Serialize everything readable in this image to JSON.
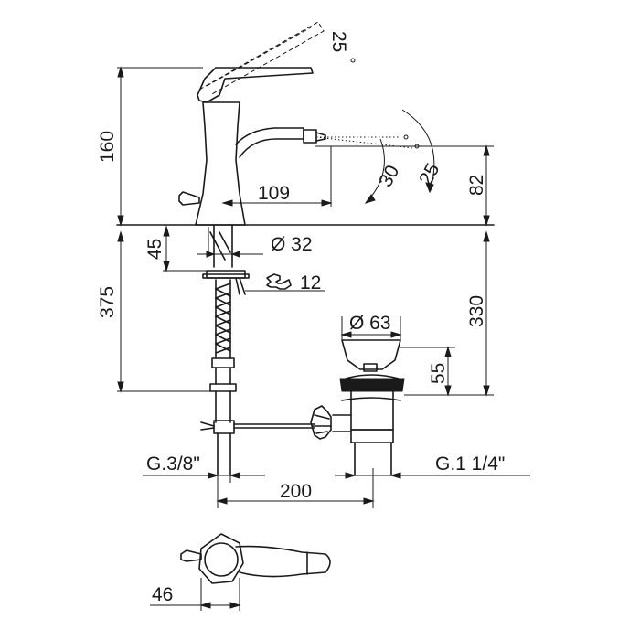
{
  "dimensions": {
    "lever_angle": "25",
    "height_body": "160",
    "spout_reach": "109",
    "nozzle_angle_30": "30",
    "nozzle_angle_25": "25",
    "spout_height": "82",
    "shank_length": "45",
    "shank_diameter": "Ø 32",
    "wrench_size": "12",
    "total_below": "375",
    "waste_height": "330",
    "waste_diameter": "Ø 63",
    "waste_depth": "55",
    "inlet_thread": "G.3/8\"",
    "waste_thread": "G.1 1/4\"",
    "rod_length": "200",
    "plan_width": "46"
  }
}
